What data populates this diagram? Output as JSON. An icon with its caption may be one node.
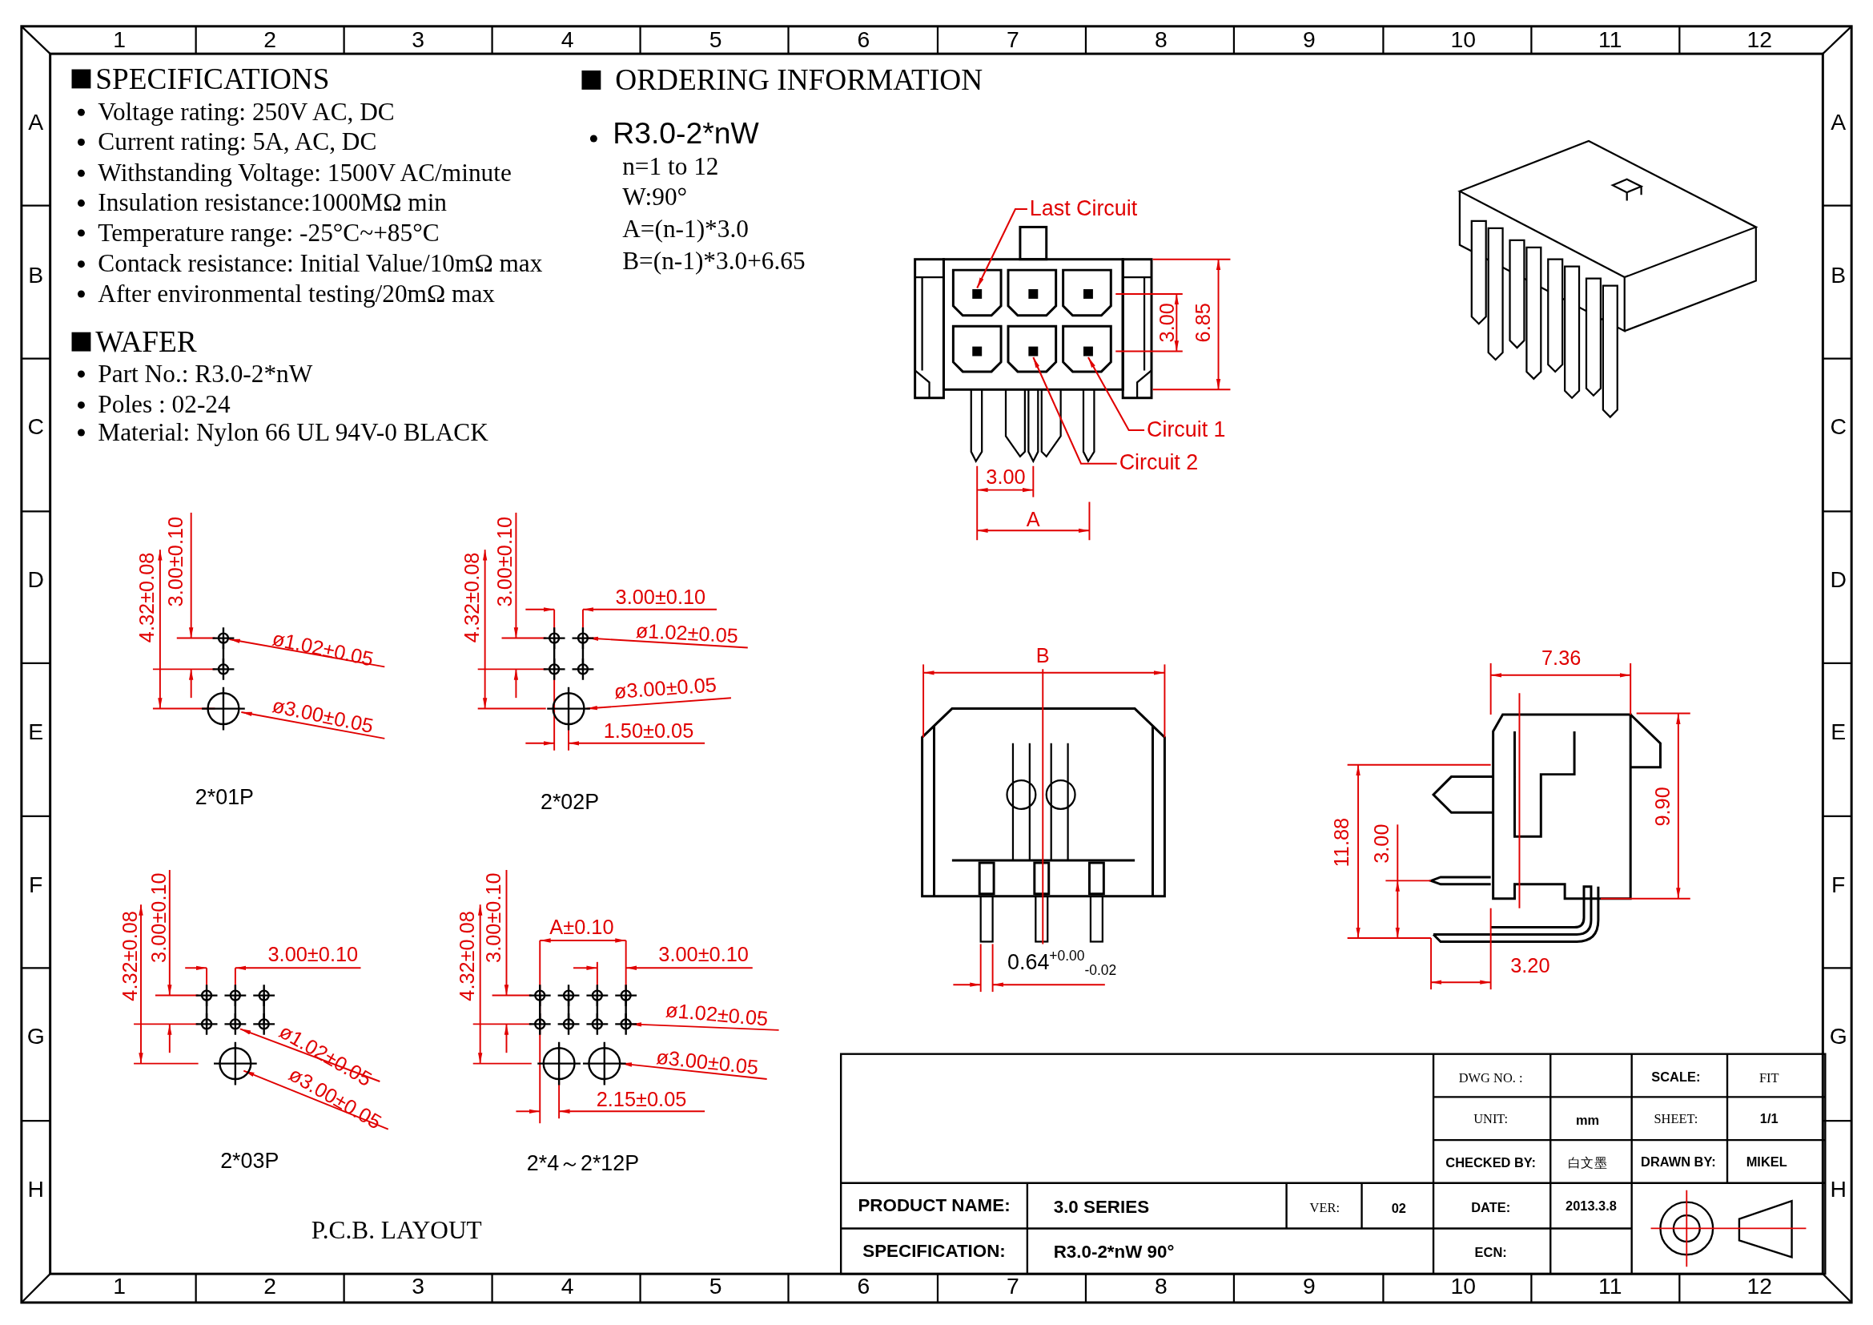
{
  "diagram": {
    "nodes": [
      {
        "text": [
          "Last Circuit"
        ]
      },
      {
        "text": [],
        "shape": "box"
      },
      {
        "text": [
          "Circuit 1"
        ]
      },
      {
        "text": [],
        "shape": "box"
      },
      {
        "text": [
          "Circuit 2"
        ]
      },
      {
        "text": [],
        "shape": "box"
      }
    ],
    "edges": [
      {
        "from": 0,
        "to": 1,
        "arrow": "to"
      },
      {
        "from": 2,
        "to": 3,
        "arrow": "to"
      },
      {
        "from": 4,
        "to": 5,
        "arrow": "to"
      }
    ],
    "labels": [
      "1",
      "2",
      "3",
      "4",
      "5",
      "6",
      "7",
      "8",
      "9",
      "10",
      "11",
      "12",
      "A",
      "B",
      "C",
      "D",
      "E",
      "F",
      "G",
      "H",
      "A",
      "B",
      "C",
      "D",
      "E",
      "F",
      "G",
      "H",
      "1",
      "2",
      "3",
      "4",
      "5",
      "6",
      "7",
      "8",
      "9",
      "10",
      "11",
      "12",
      "SPECIFICATIONS",
      "Voltage rating: 250V AC, DC",
      "Current rating: 5A, AC, DC",
      "Withstanding Voltage: 1500V AC/minute",
      "Insulation resistance:1000MΩ min",
      "Temperature range: -25°C~+85°C",
      "Contack resistance: Initial Value/10mΩ max",
      "After environmental  testing/20mΩ max",
      "ORDERING INFORMATION",
      "R3.0-2*nW",
      "n=1 to 12",
      "W:90°",
      "A=(n-1)*3.0",
      "B=(n-1)*3.0+6.65",
      "WAFER",
      "Part No.: R3.0-2*nW",
      "Poles : 02-24",
      "Material: Nylon 66 UL 94V-0  BLACK",
      "3.00",
      "6.85",
      "3.00",
      "A",
      "4.32±0.08",
      "3.00±0.10",
      "ø1.02±0.05",
      "ø3.00±0.05",
      "4.32±0.08",
      "3.00±0.10",
      "3.00±0.10",
      "ø1.02±0.05",
      "ø3.00±0.05",
      "1.50±0.05",
      "2*01P",
      "2*02P",
      "B",
      "7.36",
      "9.90",
      "11.88",
      "3.00",
      "0.64$^{+0.00}$$_{-0.02}$",
      "3.20",
      "4.32±0.08",
      "3.00±0.10",
      "3.00±0.10",
      "ø1.02±0.05",
      "ø3.00±0.05",
      "4.32±0.08",
      "3.00±0.10",
      "A±0.10",
      "3.00±0.10",
      "ø1.02±0.05",
      "ø3.00±0.05",
      "2.15±0.05",
      "DWG NO. :",
      "SCALE:",
      "FIT",
      "UNIT:",
      "mm",
      "SHEET:",
      "1/1",
      "CHECKED BY:",
      "白文墨",
      "DRAWN BY:",
      "MIKEL",
      "2*03P",
      "2*4～2*12P",
      "PRODUCT NAME:",
      "3.0 SERIES",
      "VER:",
      "02",
      "DATE:",
      "2013.3.8",
      "P.C.B. LAYOUT",
      "SPECIFICATION:",
      "R3.0-2*nW 90°",
      "ECN:"
    ]
  }
}
